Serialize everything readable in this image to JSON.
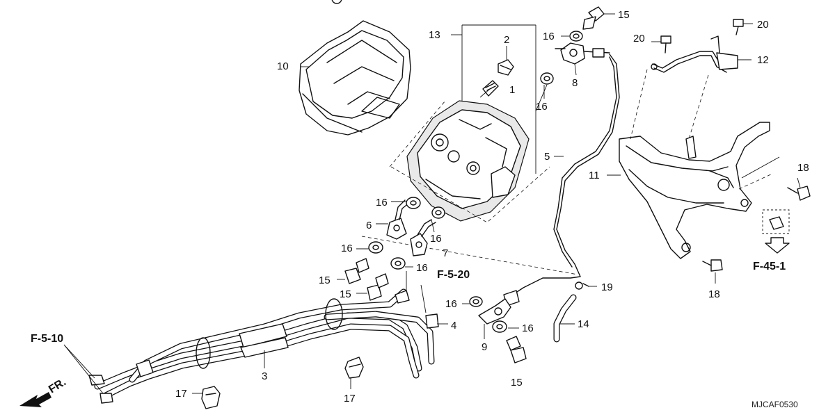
{
  "diagram": {
    "callouts": {
      "c1": "1",
      "c2": "2",
      "c3": "3",
      "c4": "4",
      "c5": "5",
      "c6": "6",
      "c7": "7",
      "c8": "8",
      "c9": "9",
      "c10": "10",
      "c11": "11",
      "c12": "12",
      "c13": "13",
      "c14": "14",
      "c15a": "15",
      "c15b": "15",
      "c15c": "15",
      "c15d": "15",
      "c16a": "16",
      "c16b": "16",
      "c16c": "16",
      "c16d": "16",
      "c16e": "16",
      "c16f": "16",
      "c16g": "16",
      "c16h": "16",
      "c17a": "17",
      "c17b": "17",
      "c18a": "18",
      "c18b": "18",
      "c19": "19",
      "c20a": "20",
      "c20b": "20"
    },
    "references": {
      "f5_10": "F-5-10",
      "f5_20": "F-5-20",
      "f45_1": "F-45-1"
    },
    "front_label": "FR.",
    "diagram_code": "MJCAF0530"
  }
}
